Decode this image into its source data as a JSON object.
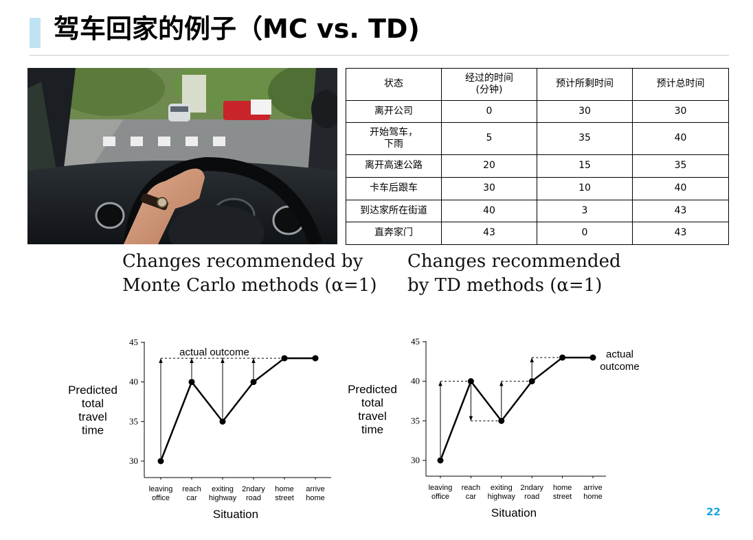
{
  "slide": {
    "title": "驾车回家的例子（MC vs. TD)",
    "page_number": "22",
    "accent_color": "#bfe3f3",
    "page_number_color": "#1ba6e0"
  },
  "table": {
    "headers": [
      "状态",
      "经过的时间\n(分钟)",
      "预计所剩时间",
      "预计总时间"
    ],
    "rows": [
      [
        "离开公司",
        "0",
        "30",
        "30"
      ],
      [
        "开始驾车，\n下雨",
        "5",
        "35",
        "40"
      ],
      [
        "离开高速公路",
        "20",
        "15",
        "35"
      ],
      [
        "卡车后跟车",
        "30",
        "10",
        "40"
      ],
      [
        "到达家所在街道",
        "40",
        "3",
        "43"
      ],
      [
        "直奔家门",
        "43",
        "0",
        "43"
      ]
    ]
  },
  "captions": {
    "mc": [
      "Changes recommended by",
      "Monte Carlo methods (α=1)"
    ],
    "td": [
      "Changes recommended",
      "by TD methods (α=1)"
    ]
  },
  "chart_data": [
    {
      "type": "line",
      "categories": [
        [
          "leaving",
          "office"
        ],
        [
          "reach",
          "car"
        ],
        [
          "exiting",
          "highway"
        ],
        [
          "2ndary",
          "road"
        ],
        [
          "home",
          "street"
        ],
        [
          "arrive",
          "home"
        ]
      ],
      "values": [
        30,
        40,
        35,
        40,
        43,
        43
      ],
      "ylim": [
        30,
        45
      ],
      "yticks": [
        30,
        35,
        40,
        45
      ],
      "ylabel": [
        "Predicted",
        "total",
        "travel",
        "time"
      ],
      "xlabel": "Situation",
      "annotation": [
        "actual outcome"
      ],
      "updates": [
        {
          "index": 0,
          "from": 30,
          "to": 43
        },
        {
          "index": 1,
          "from": 40,
          "to": 43
        },
        {
          "index": 2,
          "from": 35,
          "to": 43
        },
        {
          "index": 3,
          "from": 40,
          "to": 43
        }
      ]
    },
    {
      "type": "line",
      "categories": [
        [
          "leaving",
          "office"
        ],
        [
          "reach",
          "car"
        ],
        [
          "exiting",
          "highway"
        ],
        [
          "2ndary",
          "road"
        ],
        [
          "home",
          "street"
        ],
        [
          "arrive",
          "home"
        ]
      ],
      "values": [
        30,
        40,
        35,
        40,
        43,
        43
      ],
      "ylim": [
        30,
        45
      ],
      "yticks": [
        30,
        35,
        40,
        45
      ],
      "ylabel": [
        "Predicted",
        "total",
        "travel",
        "time"
      ],
      "xlabel": "Situation",
      "annotation": [
        "actual",
        "outcome"
      ],
      "updates": [
        {
          "index": 0,
          "from": 30,
          "to": 40
        },
        {
          "index": 1,
          "from": 40,
          "to": 35
        },
        {
          "index": 2,
          "from": 35,
          "to": 40
        },
        {
          "index": 3,
          "from": 40,
          "to": 43
        }
      ]
    }
  ]
}
